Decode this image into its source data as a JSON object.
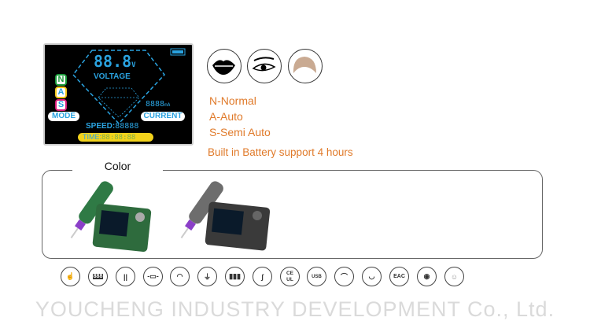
{
  "lcd": {
    "voltage": "88.8",
    "voltage_unit": "V",
    "voltage_label": "VOLTAGE",
    "modes": [
      "N",
      "A",
      "S"
    ],
    "mode_label": "MODE",
    "current_value": "8888",
    "current_unit": "mA",
    "current_label": "CURRENT",
    "speed_label": "SPEED:",
    "speed_value": "88888",
    "time_label": "TIME:",
    "time_value": "88:88:88"
  },
  "applications": [
    "lips-icon",
    "eyeliner-icon",
    "eyebrow-icon"
  ],
  "modes_legend": [
    "N-Normal",
    "A-Auto",
    "S-Semi Auto"
  ],
  "battery_note": "Built in Battery support 4 hours",
  "color_section": {
    "label": "Color",
    "variants": [
      "green",
      "gray"
    ]
  },
  "features": [
    "touch",
    "888",
    "cartridges",
    "needle",
    "gauge",
    "pen",
    "battery",
    "cable",
    "CE UL",
    "USB",
    "eyebrow",
    "lips",
    "EAC",
    "eye",
    "face"
  ],
  "features_text": {
    "display": "888",
    "ce": "CE",
    "ul": "UL",
    "usb": "USB",
    "eac": "EAC"
  },
  "watermark": "YOUCHENG INDUSTRY DEVELOPMENT Co., Ltd.",
  "colors": {
    "accent_orange": "#e07a2a",
    "lcd_blue": "#2aa3e0",
    "lcd_yellow": "#f2d21b"
  }
}
